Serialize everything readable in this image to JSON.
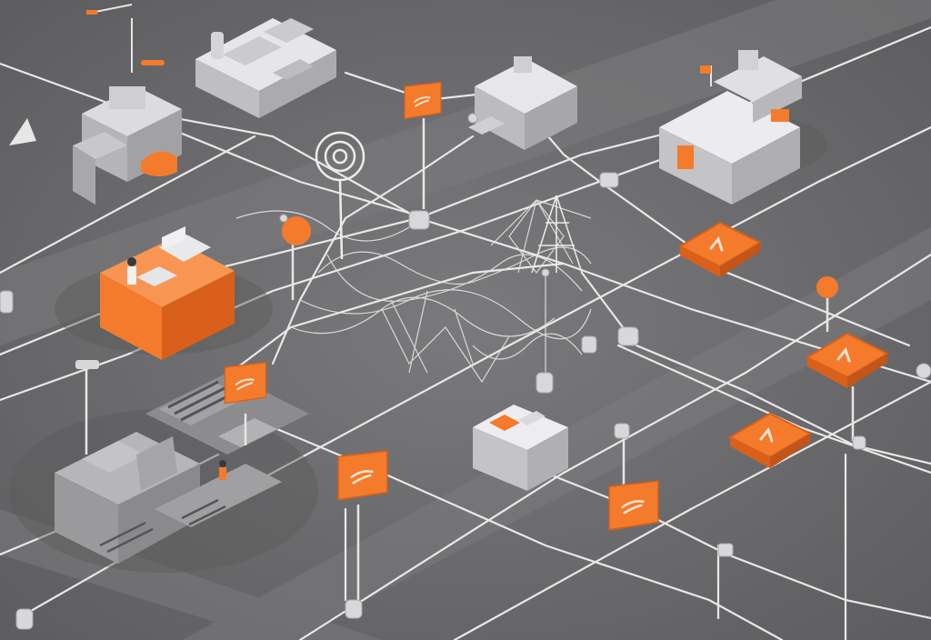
{
  "scene": {
    "kind": "isometric network illustration",
    "colors": {
      "background": "#6e6e70",
      "background_dark": "#5f5f61",
      "road": "#7a7a7c",
      "line": "#e6e6e6",
      "block_top": "#e8e8ea",
      "block_left": "#bdbdbf",
      "block_right": "#a9a9ab",
      "accent": "#f47a2c",
      "accent_dark": "#d9601a",
      "accent_light": "#f99552"
    },
    "icons": [
      "building",
      "server-box",
      "factory",
      "office-desk",
      "warehouse",
      "signpost",
      "target",
      "tower",
      "network-node"
    ]
  }
}
